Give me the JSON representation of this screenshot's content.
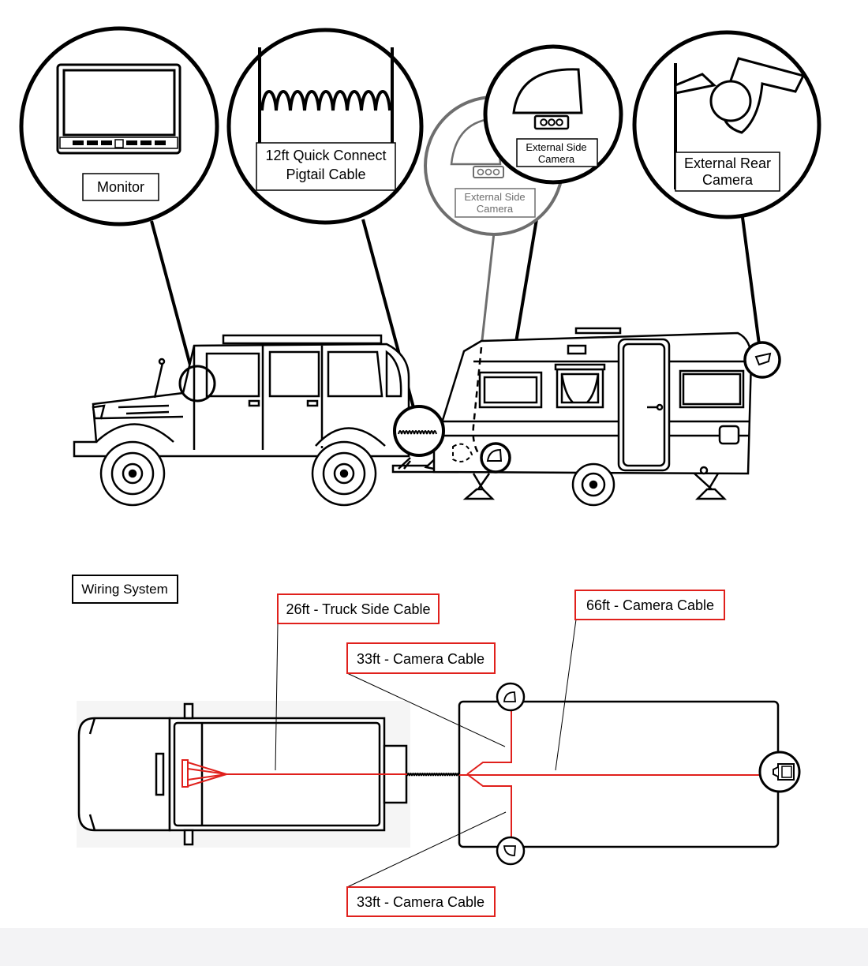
{
  "callouts": {
    "monitor": "Monitor",
    "pigtail_line1": "12ft Quick Connect",
    "pigtail_line2": "Pigtail Cable",
    "side_cam_line1": "External Side",
    "side_cam_line2": "Camera",
    "side_cam_ghost_line1": "External Side",
    "side_cam_ghost_line2": "Camera",
    "rear_cam_line1": "External Rear",
    "rear_cam_line2": "Camera"
  },
  "wiring": {
    "title": "Wiring System",
    "truck_side_cable": "26ft - Truck Side Cable",
    "camera_cable_66": "66ft - Camera Cable",
    "camera_cable_33_top": "33ft - Camera Cable",
    "camera_cable_33_bottom": "33ft - Camera Cable"
  },
  "colors": {
    "line": "#000000",
    "ghost": "#6e6e6e",
    "cable": "#e0201c",
    "footer": "#f3f3f5"
  }
}
